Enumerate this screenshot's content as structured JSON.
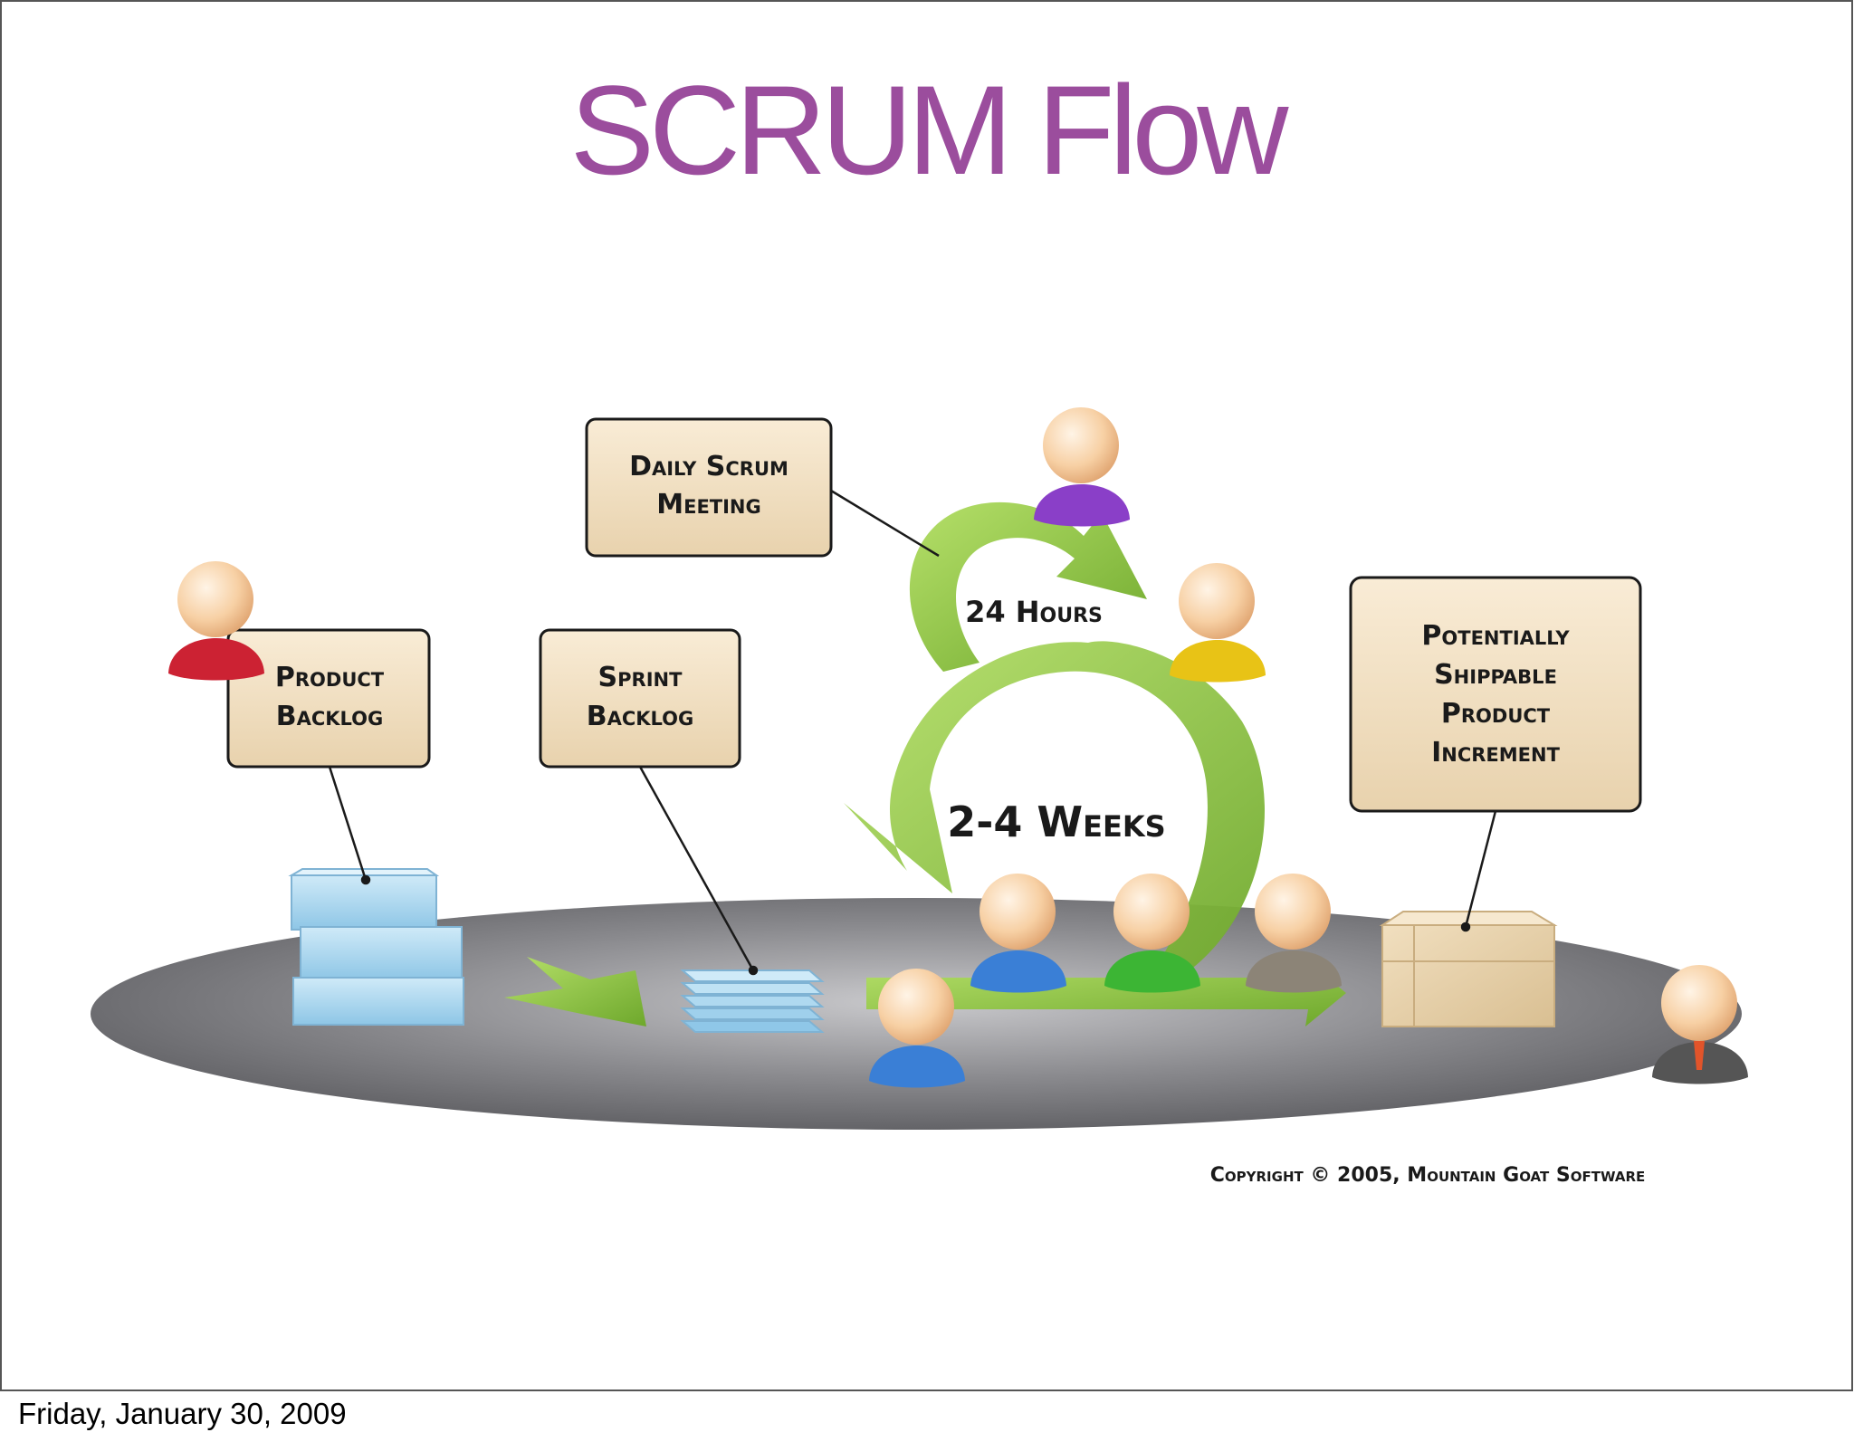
{
  "slide": {
    "title": "SCRUM Flow",
    "footer_date": "Friday, January 30, 2009"
  },
  "diagram": {
    "labels": {
      "daily_scrum": [
        "Daily Scrum",
        "Meeting"
      ],
      "product_backlog": [
        "Product",
        "Backlog"
      ],
      "sprint_backlog": [
        "Sprint",
        "Backlog"
      ],
      "increment": [
        "Potentially",
        "Shippable",
        "Product",
        "Increment"
      ],
      "hours": "24 Hours",
      "weeks": "2-4 Weeks",
      "copyright": "Copyright © 2005, Mountain Goat Software"
    },
    "colors": {
      "title": "#9b4d9d",
      "box_fill": "#f3e3c7",
      "arrow_green": "#8cc63f",
      "platform": "#8a8a8e",
      "backlog_blocks": "#a9d5ee",
      "person_red": "#cc2233",
      "person_purple": "#8a3fc8",
      "person_yellow": "#e8c316",
      "person_blue": "#3a7fd6",
      "person_green": "#3cb534",
      "person_gray": "#8c8477",
      "person_suit": "#555555"
    },
    "icons": [
      "person-icon",
      "backlog-blocks-icon",
      "sprint-backlog-stack-icon",
      "shipping-box-icon",
      "arrow-icon"
    ]
  }
}
